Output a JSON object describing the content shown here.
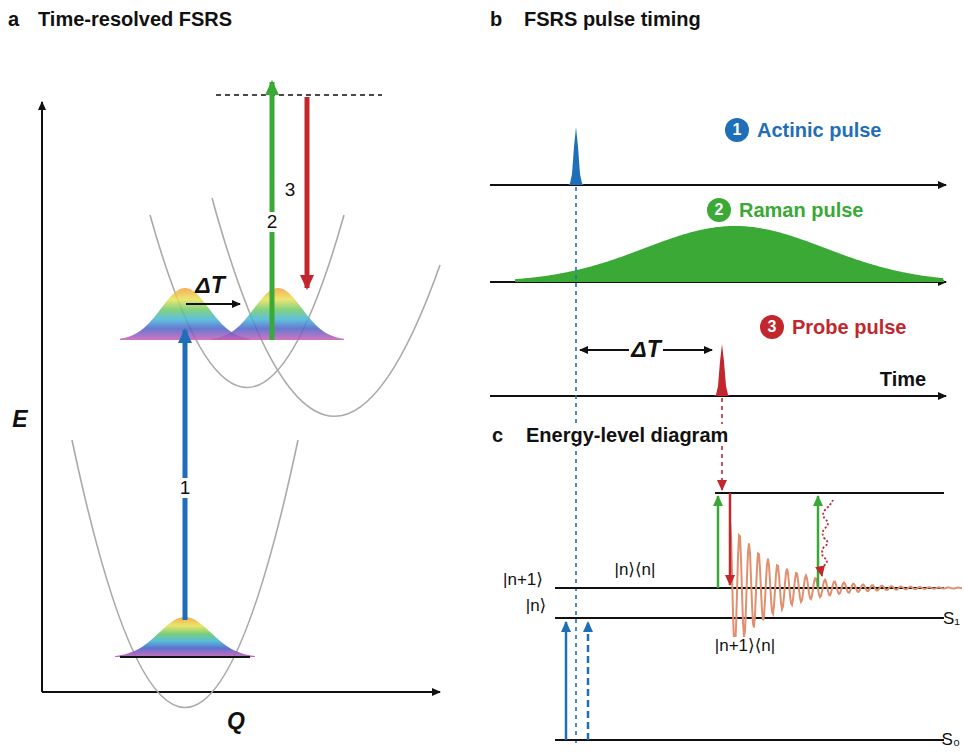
{
  "diagram": {
    "nodes": [
      {
        "text": [
          "1",
          "Actinic pulse"
        ]
      },
      {
        "text": [
          "2",
          "Raman pulse"
        ]
      },
      {
        "text": [
          "3",
          "Probe pulse"
        ]
      }
    ],
    "labels": [
      "a",
      "Time-resolved FSRS",
      "b",
      "FSRS pulse timing",
      "1",
      "2",
      "3",
      "ΔT",
      "E",
      "Q",
      "ΔT",
      "Time",
      "c",
      "Energy-level diagram",
      "|n+1⟩",
      "|n⟩",
      "|n⟩⟨n|",
      "|n+1⟩⟨n|",
      "S₁",
      "S₀"
    ]
  }
}
